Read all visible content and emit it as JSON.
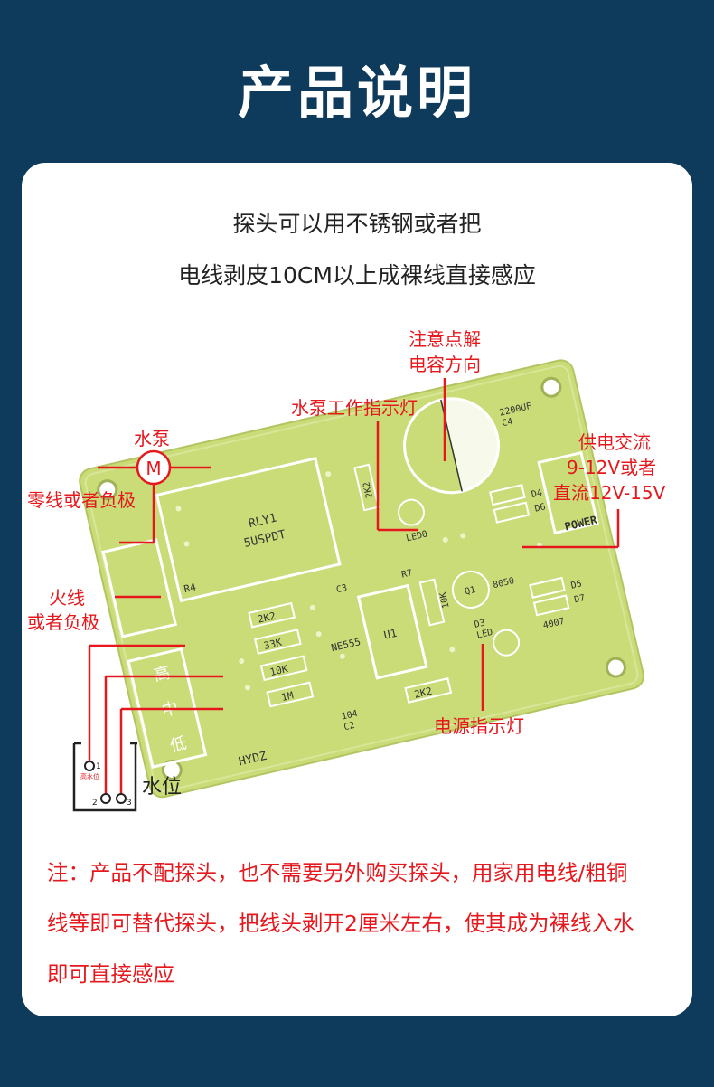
{
  "title": "产品说明",
  "intro": [
    "探头可以用不锈钢或者把",
    "电线剥皮10CM以上成裸线直接感应"
  ],
  "labels": {
    "pump": "水泵",
    "motor_symbol": "M",
    "neutral": "零线或者负极",
    "live": [
      "火线",
      "或者负极"
    ],
    "cap_note": [
      "注意点解",
      "电容方向"
    ],
    "pump_indicator": "水泵工作指示灯",
    "power_supply": [
      "供电交流",
      "9-12V或者",
      "直流12V-15V"
    ],
    "power_indicator": "电源指示灯",
    "water_level": "水位",
    "probe_high": "高水位"
  },
  "pcb": {
    "relay": [
      "RLY1",
      "5USPDT"
    ],
    "ic": "U1",
    "ic_type": "NE555",
    "resistors": [
      "2K2",
      "33K",
      "10K",
      "1M",
      "2K2",
      "10K",
      "2K2"
    ],
    "board_name": "HYDZ",
    "power_label": "POWER",
    "transistor": "8050",
    "capacitor": "2200UF",
    "diode": "4007",
    "level_marks": [
      "高",
      "中",
      "低"
    ],
    "refs": [
      "R4",
      "C3",
      "R7",
      "Q1",
      "LED0",
      "D3",
      "LED",
      "C2",
      "104",
      "C4",
      "D4",
      "D6",
      "D5",
      "D7"
    ],
    "probe_pins": [
      "1",
      "2",
      "3"
    ]
  },
  "notes": [
    "注：产品不配探头，也不需要另外购买探头，用家用电线/粗铜",
    "线等即可替代探头，把线头剥开2厘米左右，使其成为裸线入水",
    "即可直接感应"
  ],
  "colors": {
    "background": "#0e3a5b",
    "accent": "#e5181d",
    "pcb": "#c9dc78"
  }
}
